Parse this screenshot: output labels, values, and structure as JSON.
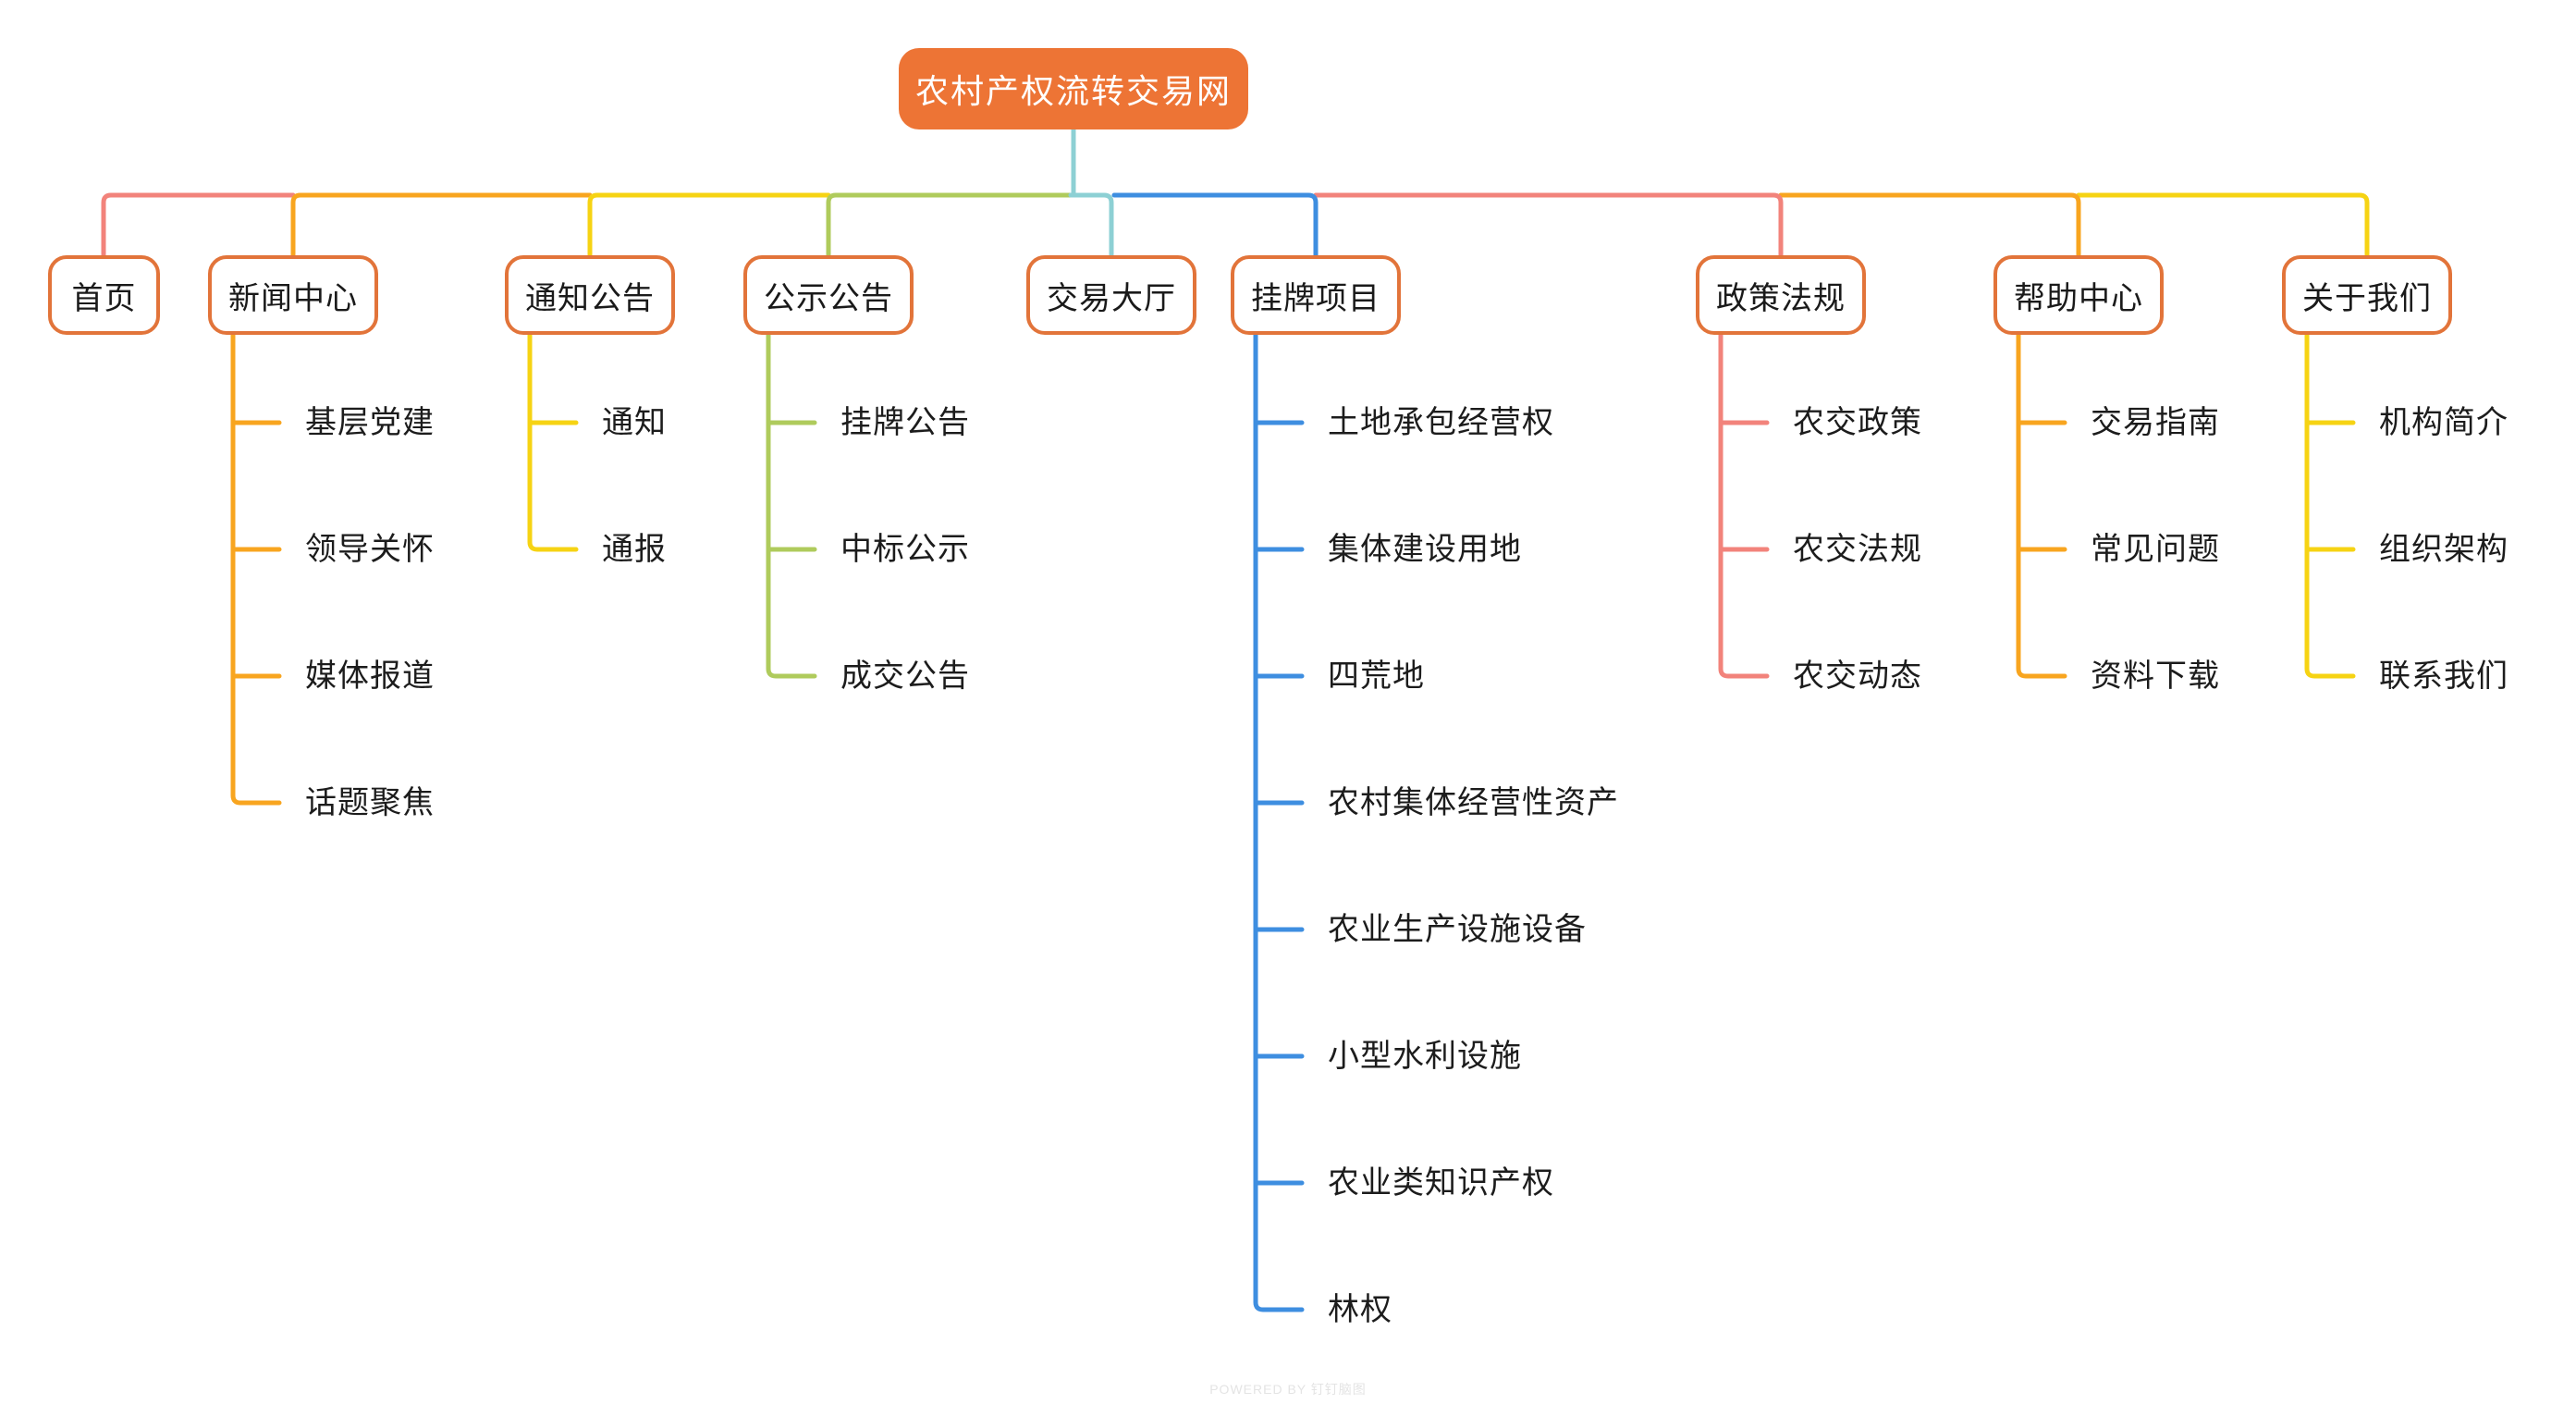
{
  "root": {
    "label": "农村产权流转交易网"
  },
  "colors": {
    "salmon": "#F2837B",
    "orange": "#F8A51F",
    "yellow": "#F6D313",
    "green": "#AFCB5C",
    "cyan": "#8DD0D4",
    "blue": "#3E8EE0",
    "node_border": "#E2743A",
    "root_fill": "#ED7435",
    "text": "#1C1C1C",
    "watermark": "#E4E4E4"
  },
  "branches": [
    {
      "label": "首页",
      "color": "salmon",
      "children": []
    },
    {
      "label": "新闻中心",
      "color": "orange",
      "children": [
        "基层党建",
        "领导关怀",
        "媒体报道",
        "话题聚焦"
      ]
    },
    {
      "label": "通知公告",
      "color": "yellow",
      "children": [
        "通知",
        "通报"
      ]
    },
    {
      "label": "公示公告",
      "color": "green",
      "children": [
        "挂牌公告",
        "中标公示",
        "成交公告"
      ]
    },
    {
      "label": "交易大厅",
      "color": "cyan",
      "children": []
    },
    {
      "label": "挂牌项目",
      "color": "blue",
      "children": [
        "土地承包经营权",
        "集体建设用地",
        "四荒地",
        "农村集体经营性资产",
        "农业生产设施设备",
        "小型水利设施",
        "农业类知识产权",
        "林权"
      ]
    },
    {
      "label": "政策法规",
      "color": "salmon",
      "children": [
        "农交政策",
        "农交法规",
        "农交动态"
      ]
    },
    {
      "label": "帮助中心",
      "color": "orange",
      "children": [
        "交易指南",
        "常见问题",
        "资料下载"
      ]
    },
    {
      "label": "关于我们",
      "color": "yellow",
      "children": [
        "机构简介",
        "组织架构",
        "联系我们"
      ]
    }
  ],
  "footer": {
    "watermark": "POWERED BY 钉钉脑图"
  }
}
